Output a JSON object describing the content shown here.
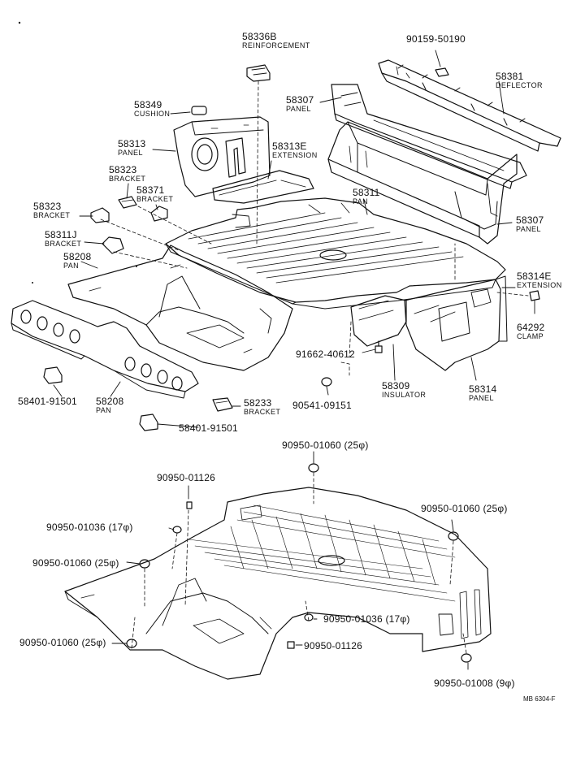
{
  "parts": [
    {
      "id": "p1",
      "number": "58336B",
      "name": "REINFORCEMENT"
    },
    {
      "id": "p2",
      "number": "90159-50190",
      "name": ""
    },
    {
      "id": "p3",
      "number": "58381",
      "name": "DEFLECTOR"
    },
    {
      "id": "p4",
      "number": "58349",
      "name": "CUSHION"
    },
    {
      "id": "p5",
      "number": "58307",
      "name": "PANEL"
    },
    {
      "id": "p6",
      "number": "58313",
      "name": "PANEL"
    },
    {
      "id": "p7",
      "number": "58313E",
      "name": "EXTENSION"
    },
    {
      "id": "p8",
      "number": "58323",
      "name": "BRACKET"
    },
    {
      "id": "p9",
      "number": "58371",
      "name": "BRACKET"
    },
    {
      "id": "p10",
      "number": "58323",
      "name": "BRACKET"
    },
    {
      "id": "p11",
      "number": "58311",
      "name": "PAN"
    },
    {
      "id": "p12",
      "number": "58307",
      "name": "PANEL"
    },
    {
      "id": "p13",
      "number": "58311J",
      "name": "BRACKET"
    },
    {
      "id": "p14",
      "number": "58208",
      "name": "PAN"
    },
    {
      "id": "p15",
      "number": "58314E",
      "name": "EXTENSION"
    },
    {
      "id": "p16",
      "number": "64292",
      "name": "CLAMP"
    },
    {
      "id": "p17",
      "number": "91662-40612",
      "name": ""
    },
    {
      "id": "p18",
      "number": "58309",
      "name": "INSULATOR"
    },
    {
      "id": "p19",
      "number": "58314",
      "name": "PANEL"
    },
    {
      "id": "p20",
      "number": "58401-91501",
      "name": ""
    },
    {
      "id": "p21",
      "number": "58208",
      "name": "PAN"
    },
    {
      "id": "p22",
      "number": "58233",
      "name": "BRACKET"
    },
    {
      "id": "p23",
      "number": "90541-09151",
      "name": ""
    },
    {
      "id": "p24",
      "number": "58401-91501",
      "name": ""
    }
  ],
  "plugs": [
    {
      "id": "g1",
      "label": "90950-01060 (25φ)"
    },
    {
      "id": "g2",
      "label": "90950-01126"
    },
    {
      "id": "g3",
      "label": "90950-01060 (25φ)"
    },
    {
      "id": "g4",
      "label": "90950-01036 (17φ)"
    },
    {
      "id": "g5",
      "label": "90950-01060 (25φ)"
    },
    {
      "id": "g6",
      "label": "90950-01036 (17φ)"
    },
    {
      "id": "g7",
      "label": "90950-01060 (25φ)"
    },
    {
      "id": "g8",
      "label": "90950-01126"
    },
    {
      "id": "g9",
      "label": "90950-01008 (9φ)"
    }
  ],
  "figure_ref": "MB 6304-F"
}
